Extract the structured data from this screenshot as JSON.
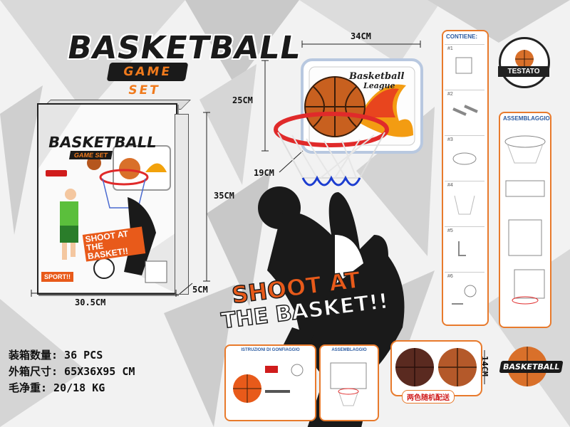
{
  "brand": {
    "title": "BASKETBALL",
    "subtitle": "GAME SET"
  },
  "box": {
    "title": "BASKETBALL",
    "subtitle": "GAME SET",
    "shoot_text": "SHOOT AT THE BASKET!!",
    "sport_label": "SPORT!!"
  },
  "dimensions": {
    "board_width": "34CM",
    "board_height": "25CM",
    "hoop_diameter": "19CM",
    "box_height": "35CM",
    "box_depth": "5CM",
    "box_width": "30.5CM",
    "ball_size": "14CM"
  },
  "board_logo": {
    "line1": "Basketball",
    "line2": "League"
  },
  "slogan": {
    "line1": "SHOOT AT",
    "line2": "THE BASKET!!"
  },
  "packing_info": [
    {
      "text": "装箱数量: 36 PCS"
    },
    {
      "text": "外箱尺寸: 65X36X95 CM"
    },
    {
      "text": "毛净重: 20/18 KG"
    }
  ],
  "contents_panel": {
    "header": "CONTIENE:",
    "steps": [
      "#1",
      "#2",
      "#3",
      "#4",
      "#5",
      "#6"
    ]
  },
  "assembly_panel": {
    "header": "ASSEMBLAGGIO"
  },
  "seal": {
    "text": "TESTATO"
  },
  "cards": {
    "inflation_header": "ISTRUZIONI DI GONFIAGGIO",
    "assembly_header": "ASSEMBLAGGIO"
  },
  "balls_note": "两色随机配送",
  "corner_logo": "BASKETBALL",
  "colors": {
    "accent": "#f07a1c",
    "dark": "#1a1a1a",
    "hoop_red": "#e02a2a",
    "panel_border": "#e87a2c"
  }
}
